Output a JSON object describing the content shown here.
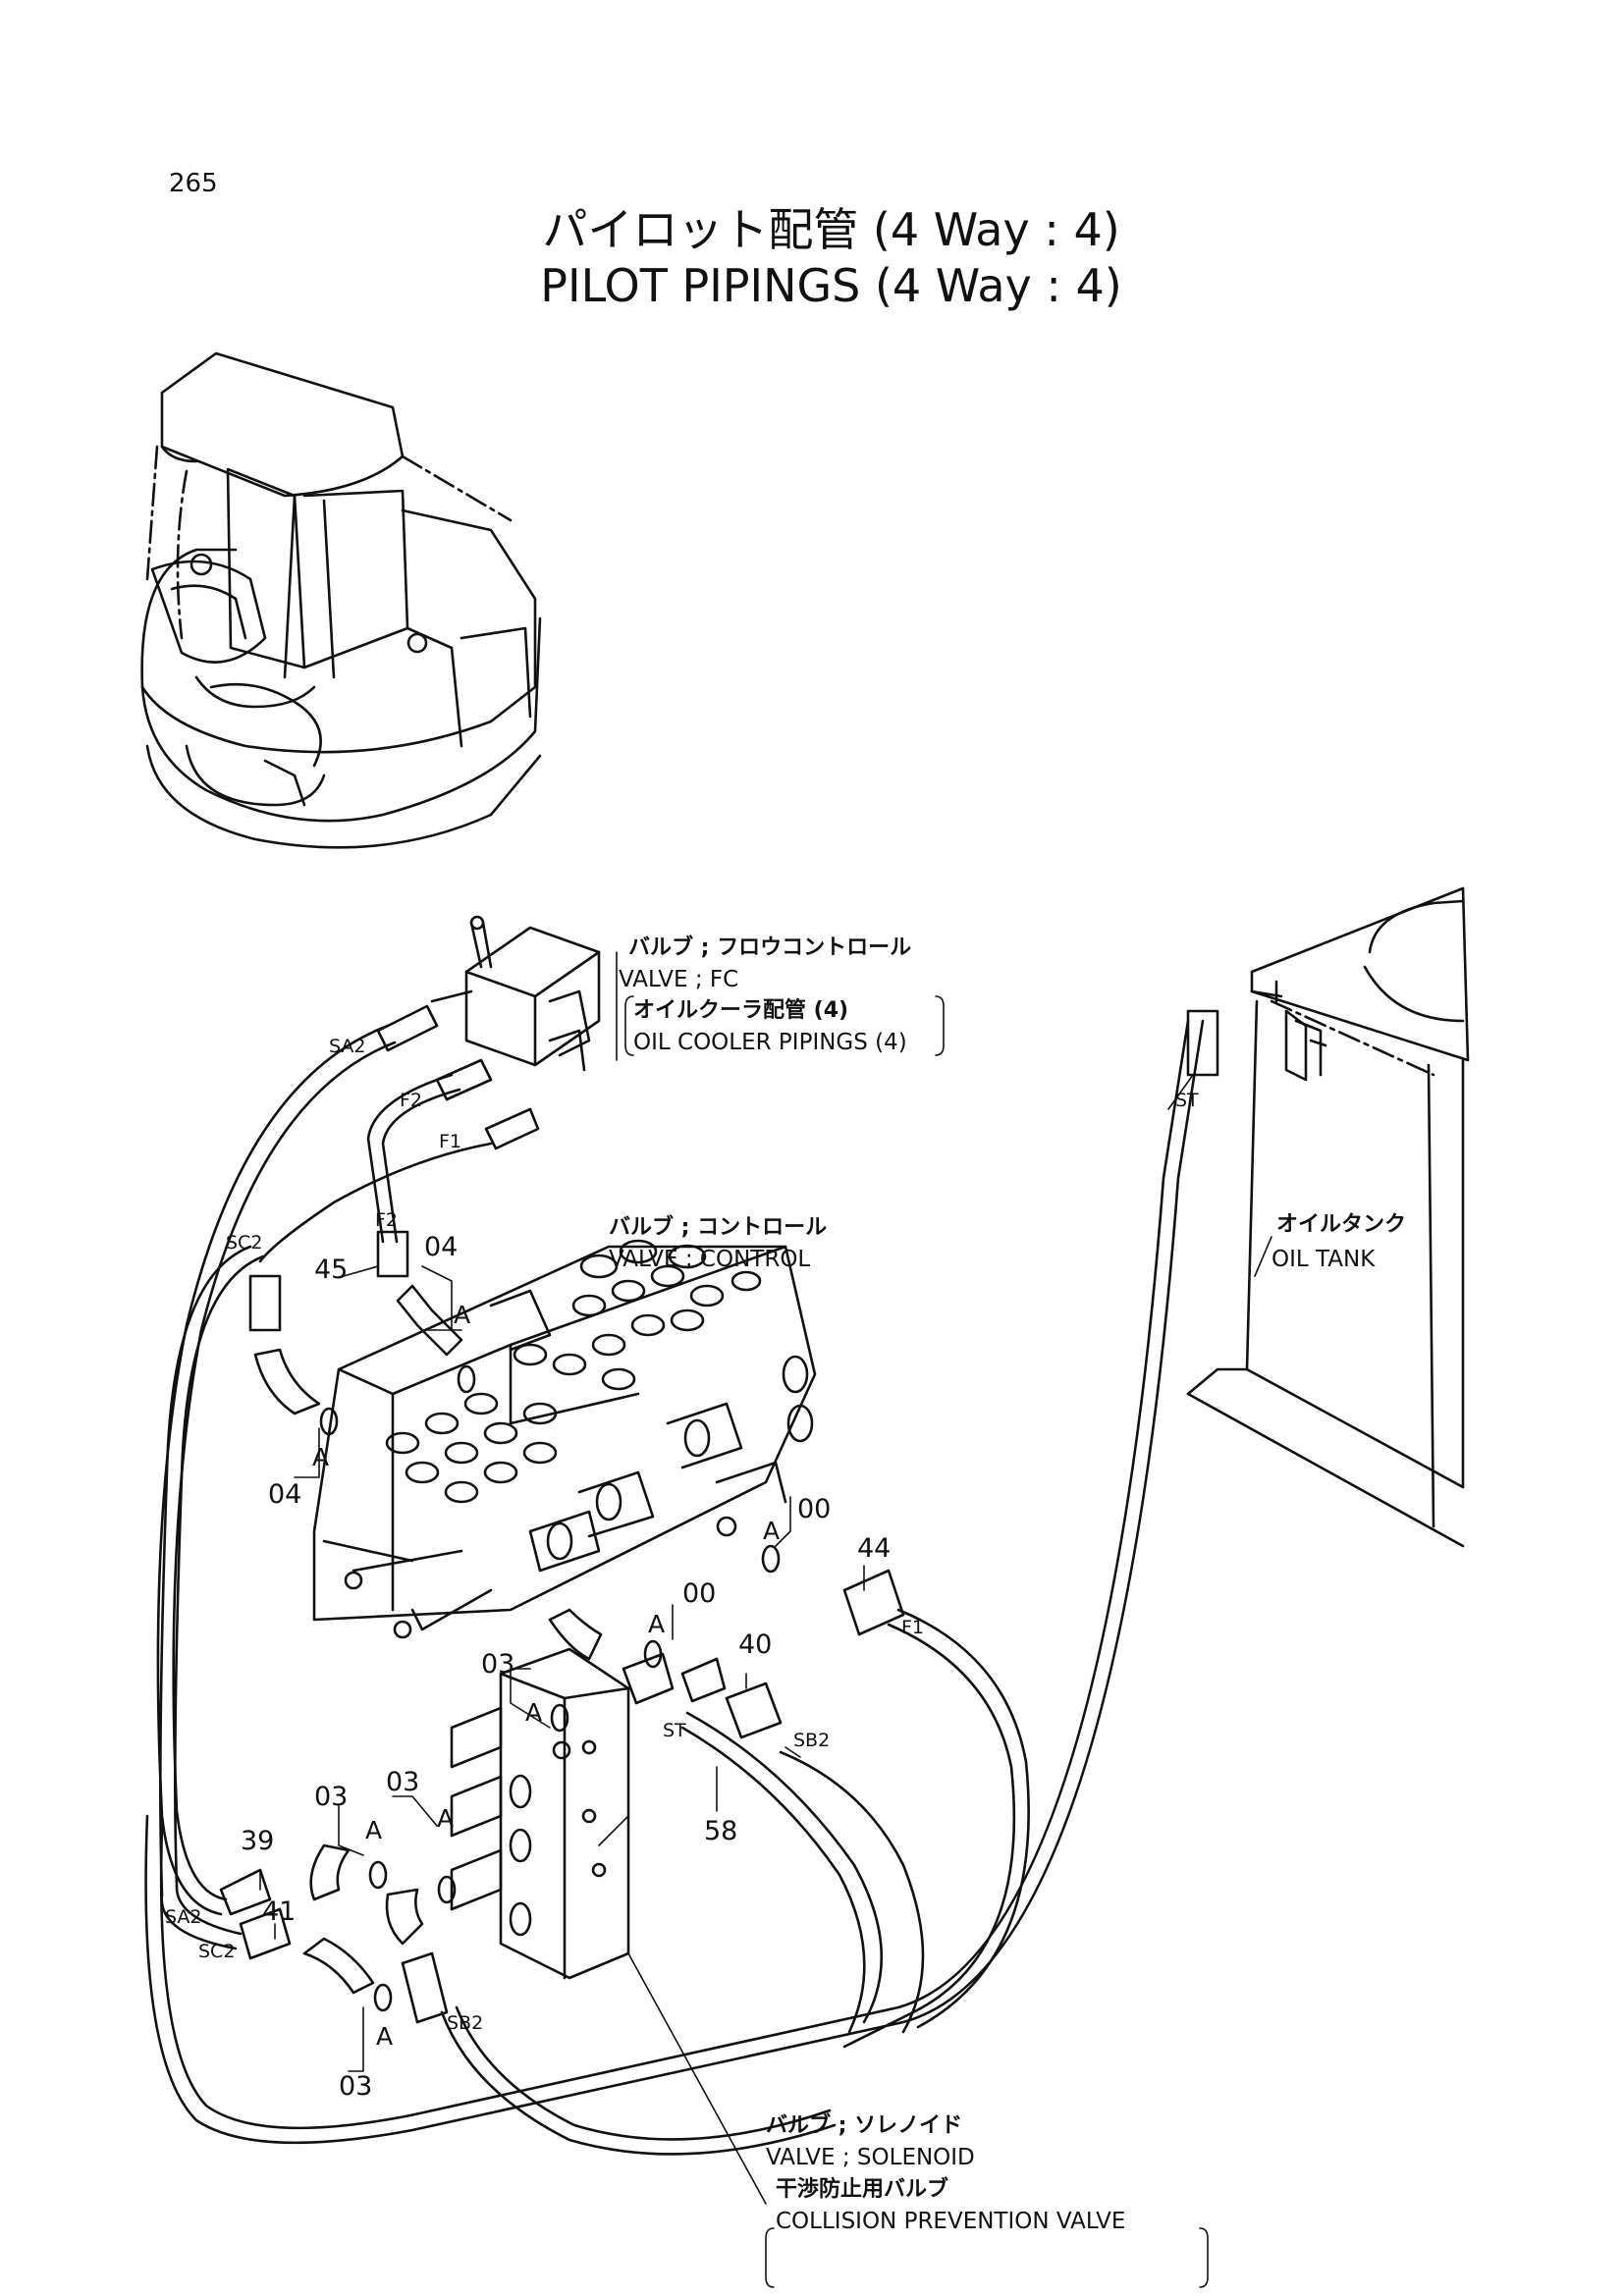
{
  "page_number": "265",
  "title_jp": "パイロット配管 (4 Way : 4)",
  "title_en": "PILOT PIPINGS (4 Way : 4)",
  "labels": {
    "valve_fc_jp": "バルブ ; フロウコントロール",
    "valve_fc_en": "VALVE ; FC",
    "oil_cooler_jp": "オイルクーラ配管 (4)",
    "oil_cooler_en": "OIL COOLER PIPINGS (4)",
    "valve_control_jp": "バルブ ; コントロール",
    "valve_control_en": "VALVE ; CONTROL",
    "oil_tank_jp": "オイルタンク",
    "oil_tank_en": "OIL TANK",
    "valve_solenoid_jp": "バルブ ; ソレノイド",
    "valve_solenoid_en": "VALVE ; SOLENOID",
    "collision_jp": "干渉防止用バルブ",
    "collision_en": "COLLISION PREVENTION VALVE"
  },
  "port_codes": {
    "sa2_top": "SA2",
    "f2_top": "F2",
    "f1_top": "F1",
    "sc2_top": "SC2",
    "f2_mid": "F2",
    "st_tank": "ST",
    "f1_right": "F1",
    "st_mid": "ST",
    "sb2_mid": "SB2",
    "sa2_bottom": "SA2",
    "sc2_bottom": "SC2",
    "sb2_bottom": "SB2"
  },
  "part_numbers": {
    "p45": "45",
    "p04_top": "04",
    "p04_left": "04",
    "p00_right": "00",
    "p44": "44",
    "p00_mid": "00",
    "p40": "40",
    "p03_top": "03",
    "p03_left": "03",
    "p03_mid": "03",
    "p39": "39",
    "p41": "41",
    "p58": "58",
    "p03_bottom": "03"
  },
  "oring_letters": {
    "a1": "A",
    "a2": "A",
    "a3": "A",
    "a4": "A",
    "a5": "A",
    "a6": "A",
    "a7": "A",
    "a8": "A",
    "a9": "A"
  }
}
